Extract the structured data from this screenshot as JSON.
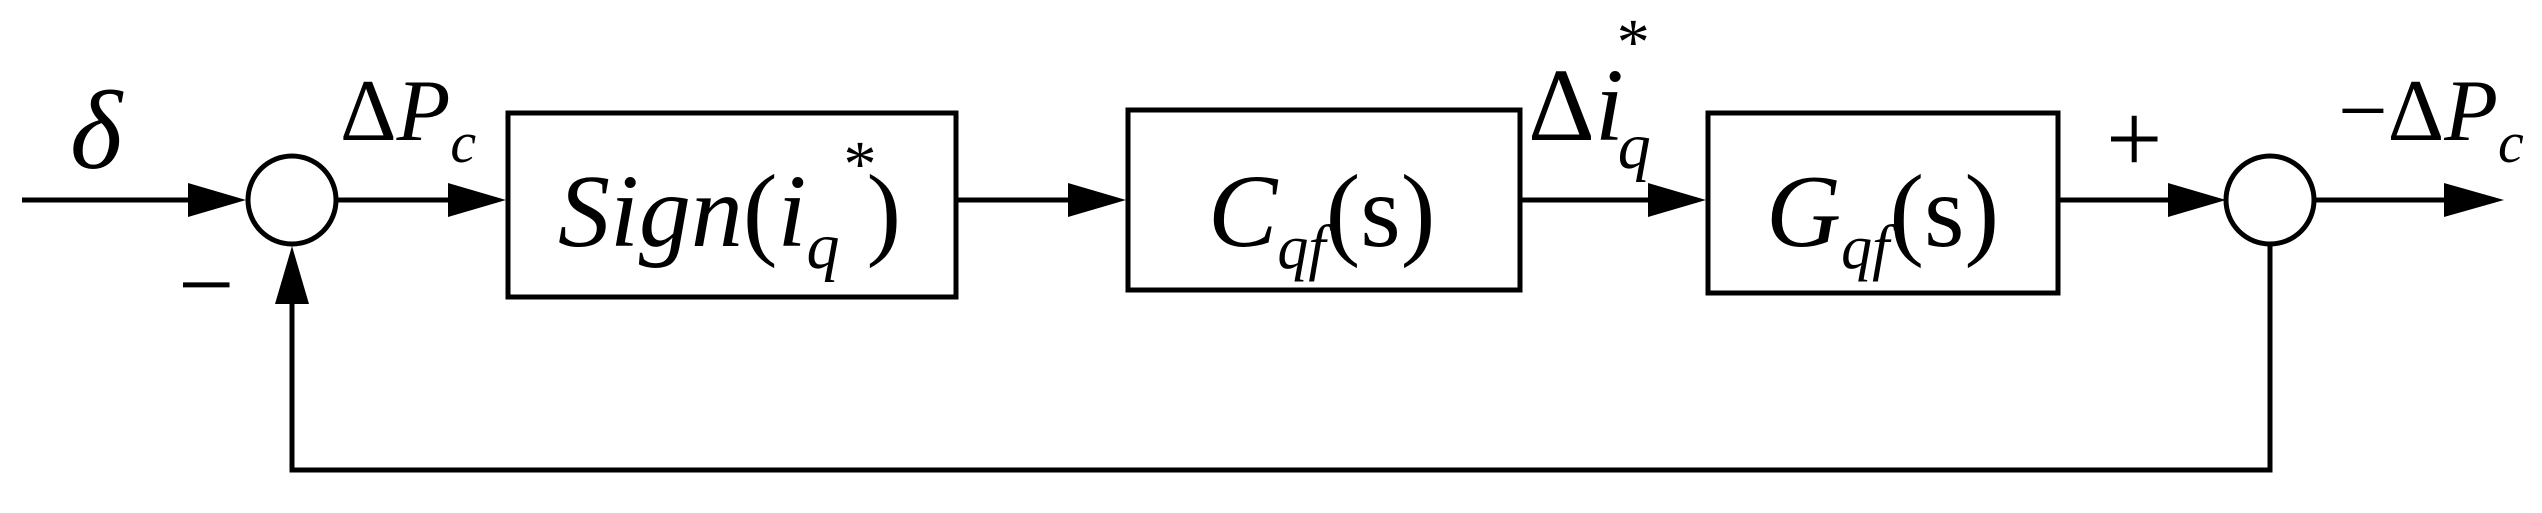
{
  "input": {
    "symbol": "δ"
  },
  "error_signal": {
    "delta": "Δ",
    "var": "P",
    "sub": "c"
  },
  "sign_block": {
    "fn": "Sign",
    "open": "(",
    "var": "i",
    "sub": "q",
    "sup": "*",
    "close": ")"
  },
  "controller_block": {
    "var": "C",
    "sub": "qf",
    "arg": "(s)"
  },
  "controller_output": {
    "delta": "Δ",
    "var": "i",
    "sub": "q",
    "sup": "*"
  },
  "plant_block": {
    "var": "G",
    "sub": "qf",
    "arg": "(s)"
  },
  "output_signal": {
    "minus": "−",
    "delta": "Δ",
    "var": "P",
    "sub": "c"
  },
  "summer1": {
    "feedback_sign": "−"
  },
  "summer2": {
    "input_sign": "+"
  }
}
